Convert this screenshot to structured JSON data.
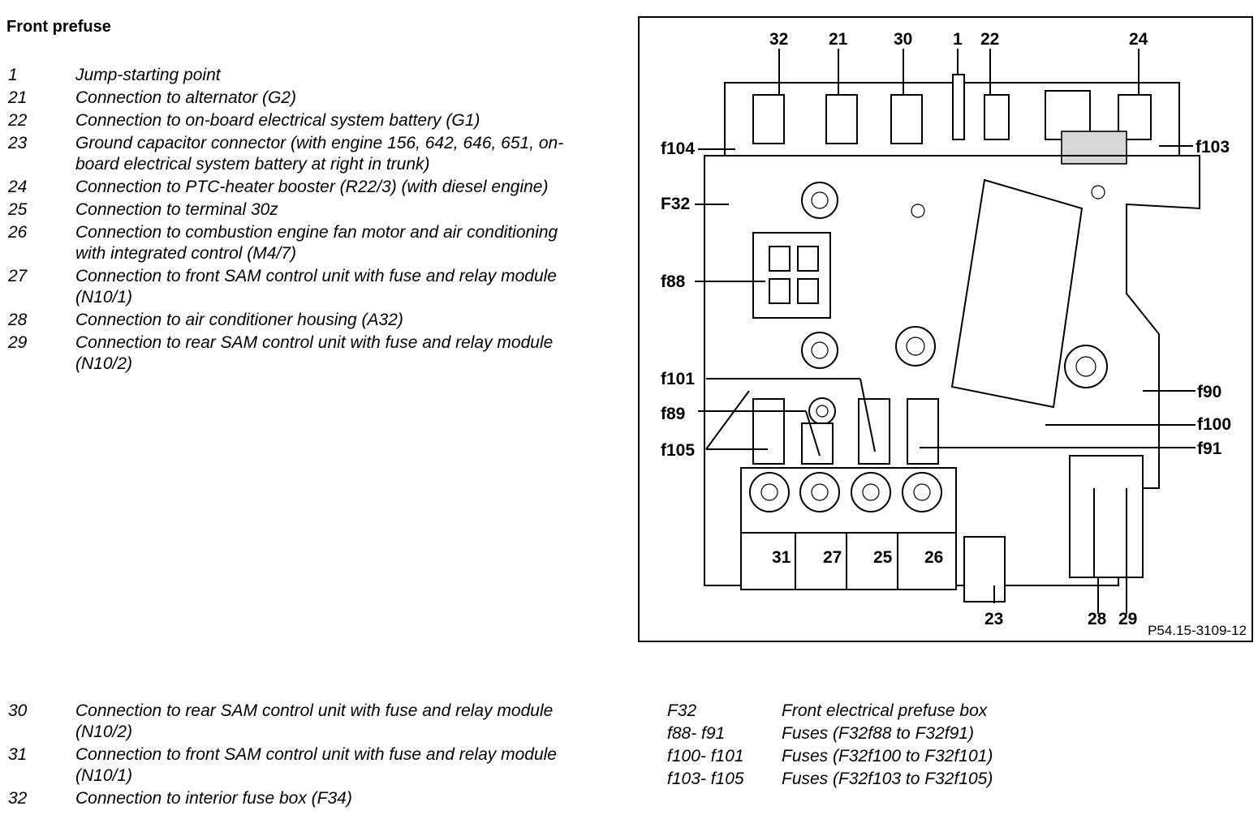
{
  "title": "Front prefuse",
  "legend_top": [
    {
      "num": "1",
      "text": "Jump-starting point"
    },
    {
      "num": "21",
      "text": "Connection to alternator (G2)"
    },
    {
      "num": "22",
      "text": "Connection to on-board electrical system battery (G1)"
    },
    {
      "num": "23",
      "text": "Ground capacitor connector (with engine 156, 642, 646, 651, on-board electrical system battery at right in trunk)"
    },
    {
      "num": "24",
      "text": "Connection to PTC-heater booster (R22/3) (with diesel engine)"
    },
    {
      "num": "25",
      "text": "Connection to terminal 30z"
    },
    {
      "num": "26",
      "text": "Connection to combustion engine fan motor and air conditioning with integrated control (M4/7)"
    },
    {
      "num": "27",
      "text": "Connection to front SAM control unit with fuse and relay module (N10/1)"
    },
    {
      "num": "28",
      "text": "Connection to air conditioner housing (A32)"
    },
    {
      "num": "29",
      "text": "Connection to rear SAM control unit with fuse and relay module (N10/2)"
    }
  ],
  "legend_bottom": [
    {
      "num": "30",
      "text": "Connection to rear SAM control unit with fuse and relay module (N10/2)"
    },
    {
      "num": "31",
      "text": "Connection to front SAM control unit with fuse and relay module (N10/1)"
    },
    {
      "num": "32",
      "text": "Connection to interior fuse box (F34)"
    }
  ],
  "legend_right": [
    {
      "num": "F32",
      "text": "Front electrical prefuse box"
    },
    {
      "num": "f88- f91",
      "text": "Fuses (F32f88 to F32f91)"
    },
    {
      "num": "f100- f101",
      "text": "Fuses (F32f100 to F32f101)"
    },
    {
      "num": "f103- f105",
      "text": "Fuses (F32f103 to F32f105)"
    }
  ],
  "diagram": {
    "reference_code": "P54.15-3109-12",
    "callouts": {
      "c32": "32",
      "c21": "21",
      "c30": "30",
      "c1": "1",
      "c22": "22",
      "c24": "24",
      "f104": "f104",
      "f103": "f103",
      "F32": "F32",
      "f88": "f88",
      "f101": "f101",
      "f89": "f89",
      "f105": "f105",
      "f90": "f90",
      "f100": "f100",
      "f91": "f91",
      "c31": "31",
      "c27": "27",
      "c25": "25",
      "c26": "26",
      "c23": "23",
      "c28": "28",
      "c29": "29"
    }
  }
}
